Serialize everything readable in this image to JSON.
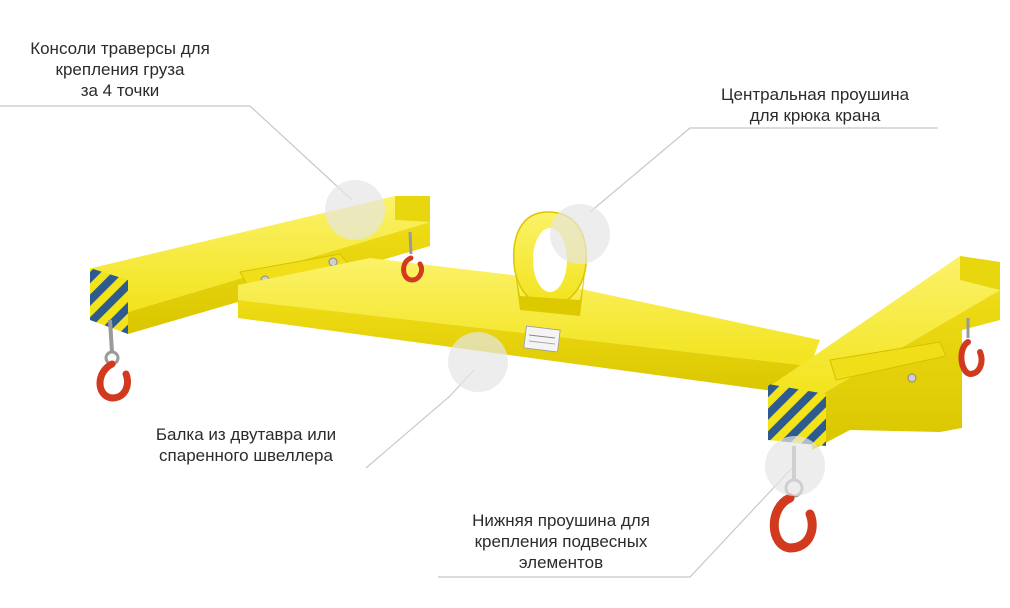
{
  "callouts": {
    "consoles": {
      "lines": [
        "Консоли траверсы для",
        "крепления груза",
        "за 4 точки"
      ]
    },
    "central_eye": {
      "lines": [
        "Центральная проушина",
        "для крюка крана"
      ]
    },
    "beam": {
      "lines": [
        "Балка из двутавра или",
        "спаренного швеллера"
      ]
    },
    "lower_eye": {
      "lines": [
        "Нижняя проушина для",
        "крепления подвесных",
        "элементов"
      ]
    }
  },
  "colors": {
    "beam_yellow": "#f2e31b",
    "beam_shadow": "#c9b800",
    "beam_highlight": "#fbf26a",
    "stripe_blue": "#2e5b8f",
    "hook_red": "#d23a1f",
    "callout_line": "#c8c8c8",
    "marker_circle": "#e6e6e6",
    "text": "#2b2b2b"
  }
}
